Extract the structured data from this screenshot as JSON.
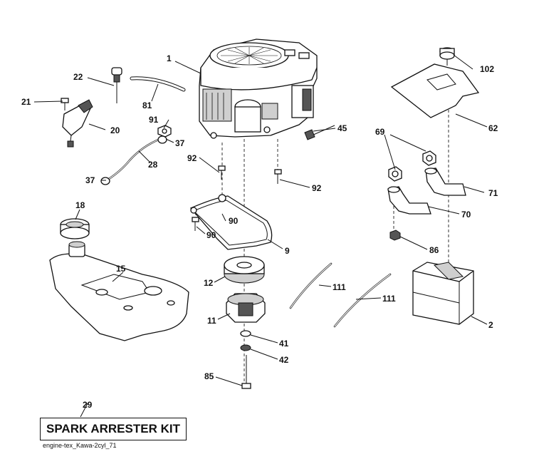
{
  "callouts": {
    "c1": "1",
    "c2": "2",
    "c9": "9",
    "c11": "11",
    "c12": "12",
    "c15": "15",
    "c18": "18",
    "c20": "20",
    "c21": "21",
    "c22": "22",
    "c28": "28",
    "c29": "29",
    "c37a": "37",
    "c37b": "37",
    "c41": "41",
    "c42": "42",
    "c45": "45",
    "c62": "62",
    "c69": "69",
    "c70": "70",
    "c71": "71",
    "c81": "81",
    "c85": "85",
    "c86": "86",
    "c90a": "90",
    "c90b": "90",
    "c91": "91",
    "c92a": "92",
    "c92b": "92",
    "c102": "102",
    "c111a": "111",
    "c111b": "111"
  },
  "kit_label": "SPARK ARRESTER KIT",
  "footer_code": "engine-tex_Kawa-2cyl_71"
}
